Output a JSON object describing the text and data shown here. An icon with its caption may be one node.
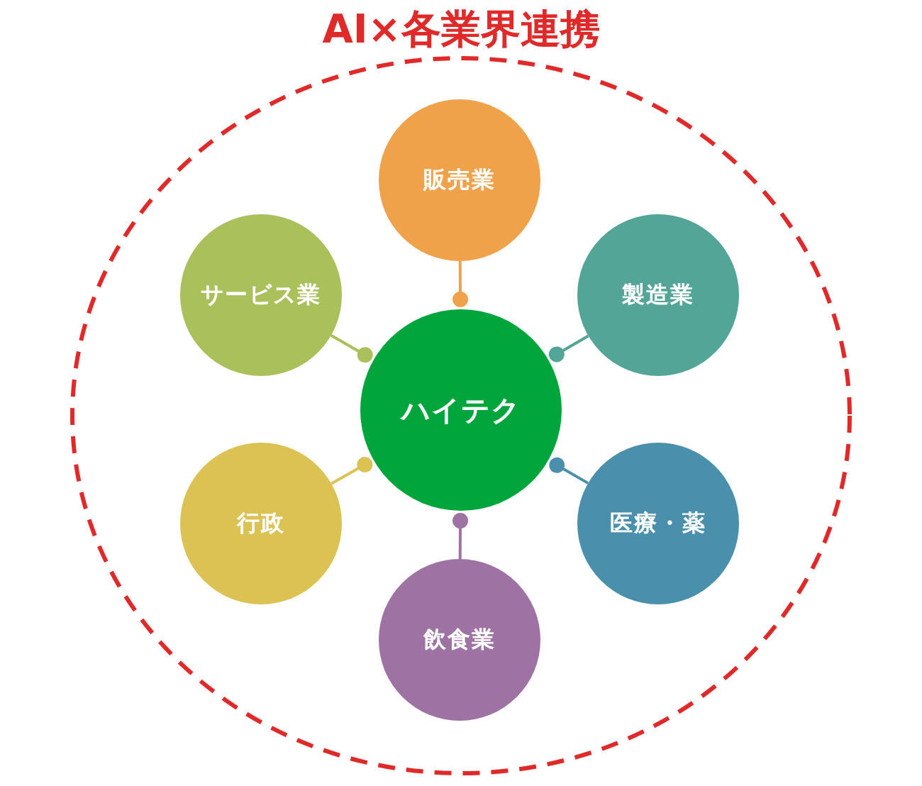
{
  "diagram": {
    "title": "AI×各業界連携",
    "nodes": [
      {
        "text": [
          "ハイテク"
        ]
      },
      {
        "text": [
          "販売業"
        ]
      },
      {
        "text": [
          "製造業"
        ]
      },
      {
        "text": [
          "医療・薬"
        ]
      },
      {
        "text": [
          "飲食業"
        ]
      },
      {
        "text": [
          "行政"
        ]
      },
      {
        "text": [
          "サービス業"
        ]
      }
    ],
    "edges": [
      {
        "from": 1,
        "to": 0,
        "arrow": "other",
        "color": "#f0a24a"
      },
      {
        "from": 2,
        "to": 0,
        "arrow": "other",
        "color": "#52a597"
      },
      {
        "from": 3,
        "to": 0,
        "arrow": "other",
        "color": "#4a8fab"
      },
      {
        "from": 4,
        "to": 0,
        "arrow": "other",
        "color": "#9e72a3"
      },
      {
        "from": 5,
        "to": 0,
        "arrow": "other",
        "color": "#dcc252"
      },
      {
        "from": 6,
        "to": 0,
        "arrow": "other",
        "color": "#a9c05b"
      }
    ]
  }
}
